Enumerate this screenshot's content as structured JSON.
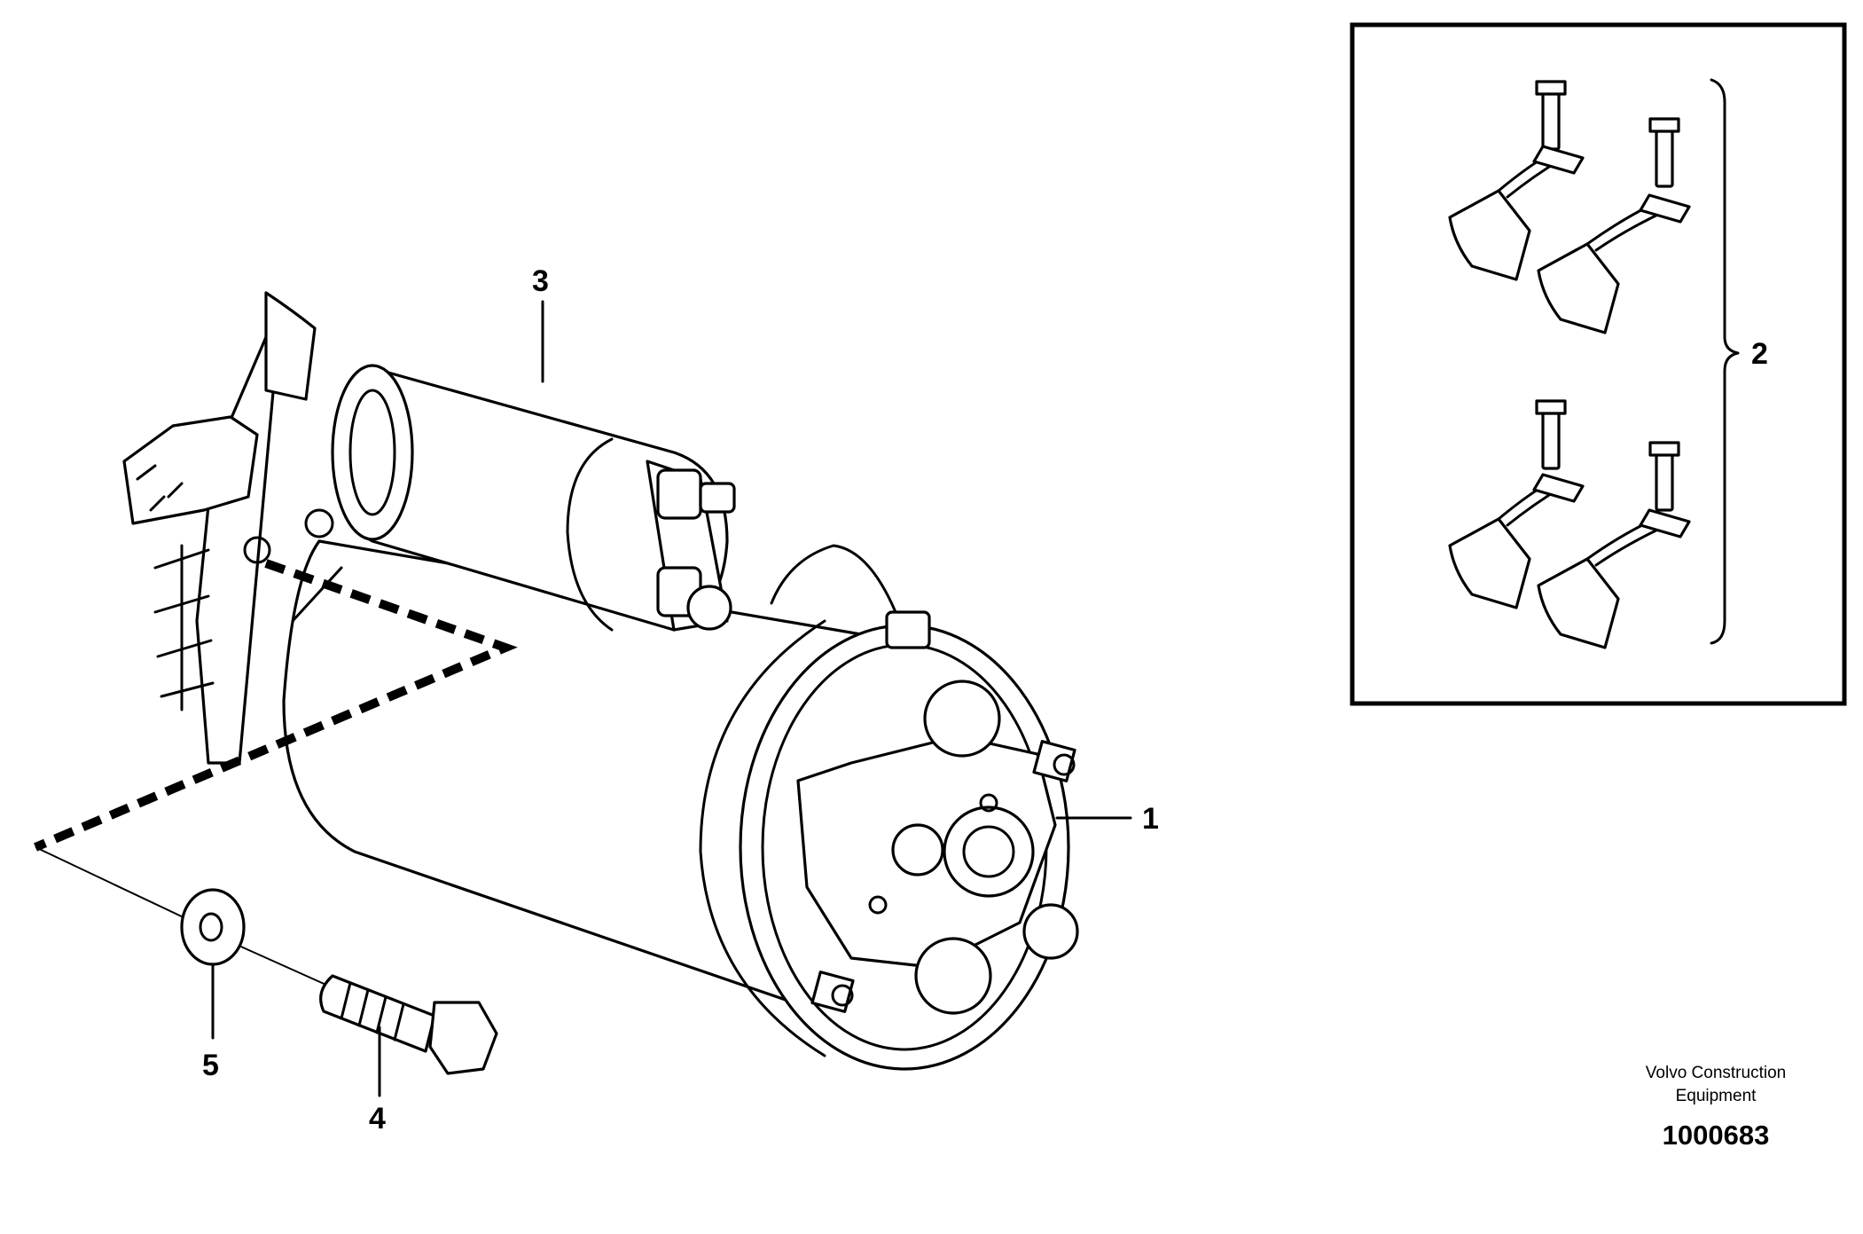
{
  "diagram": {
    "callouts": {
      "c1": "1",
      "c2": "2",
      "c3": "3",
      "c4": "4",
      "c5": "5"
    },
    "credit_line1": "Volvo Construction",
    "credit_line2": "Equipment",
    "document_number": "1000683"
  }
}
